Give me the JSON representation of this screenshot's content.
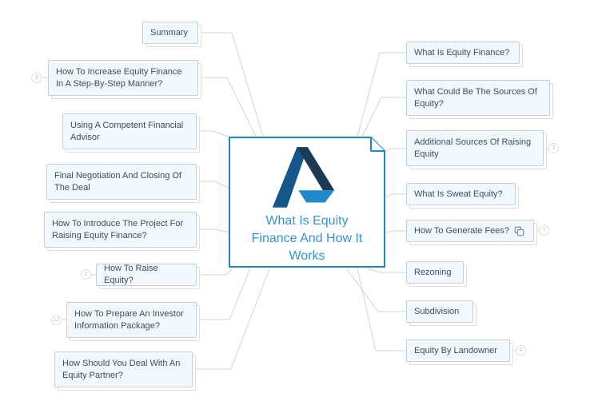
{
  "central": {
    "title": "What Is Equity Finance And How It Works",
    "logo": "a-mark-logo"
  },
  "left_branches": [
    {
      "label": "Summary"
    },
    {
      "label": "How To Increase Equity Finance In A Step-By-Step Manner?",
      "badge": "3"
    },
    {
      "label": "Using A Competent Financial Advisor"
    },
    {
      "label": "Final Negotiation And Closing Of The Deal"
    },
    {
      "label": "How To Introduce The Project For Raising Equity Finance?"
    },
    {
      "label": "How To Raise Equity?",
      "badge": "2"
    },
    {
      "label": "How To Prepare An Investor Information Package?",
      "badge": "12"
    },
    {
      "label": "How Should You Deal With An Equity Partner?"
    }
  ],
  "right_branches": [
    {
      "label": "What Is Equity Finance?"
    },
    {
      "label": "What Could Be The Sources Of Equity?"
    },
    {
      "label": "Additional Sources Of Raising Equity",
      "badge": "3"
    },
    {
      "label": "What Is Sweat Equity?"
    },
    {
      "label": "How To Generate Fees?",
      "icon": "copy-icon",
      "badge": "7"
    },
    {
      "label": "Rezoning"
    },
    {
      "label": "Subdivision"
    },
    {
      "label": "Equity By Landowner",
      "badge": "4"
    }
  ],
  "colors": {
    "accent_border": "#1e88c7",
    "central_title": "#2f97cf",
    "topic_fill": "#f1f8fe",
    "topic_border": "#c6d0d9",
    "topic_text": "#3f4e5a",
    "connector": "#d3d3d3",
    "logo_dark": "#1d3a53",
    "logo_mid": "#14578b",
    "logo_light": "#1e8aca"
  }
}
